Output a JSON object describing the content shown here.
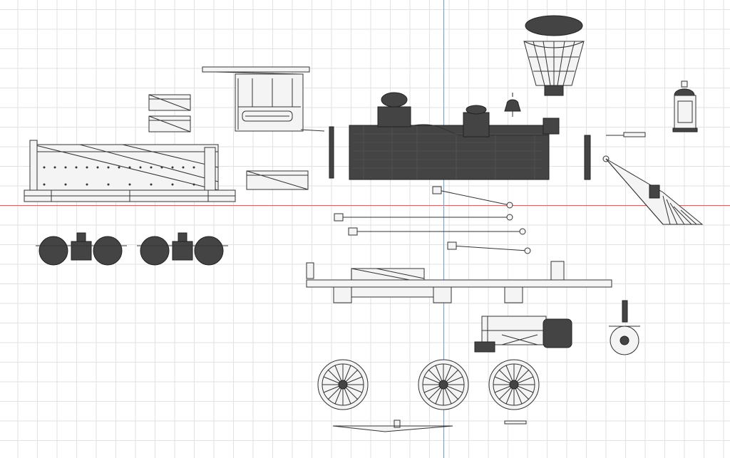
{
  "viewport": {
    "background": "#ffffff",
    "grid_color": "#e2e2e2",
    "x_axis_color": "#e06060",
    "y_axis_color": "#7f9bd6"
  },
  "parts": [
    {
      "name": "tender-body"
    },
    {
      "name": "tender-box-top"
    },
    {
      "name": "tender-box-bottom"
    },
    {
      "name": "cab"
    },
    {
      "name": "cab-floor-plate"
    },
    {
      "name": "boiler"
    },
    {
      "name": "smokestack"
    },
    {
      "name": "bell"
    },
    {
      "name": "headlamp"
    },
    {
      "name": "cowcatcher"
    },
    {
      "name": "truck-left"
    },
    {
      "name": "truck-right"
    },
    {
      "name": "side-rods"
    },
    {
      "name": "frame"
    },
    {
      "name": "pilot-truck-assembly"
    },
    {
      "name": "front-truck-wheel"
    },
    {
      "name": "drive-wheel-1"
    },
    {
      "name": "drive-wheel-2"
    },
    {
      "name": "drive-wheel-3"
    },
    {
      "name": "equalizer-bar"
    }
  ]
}
